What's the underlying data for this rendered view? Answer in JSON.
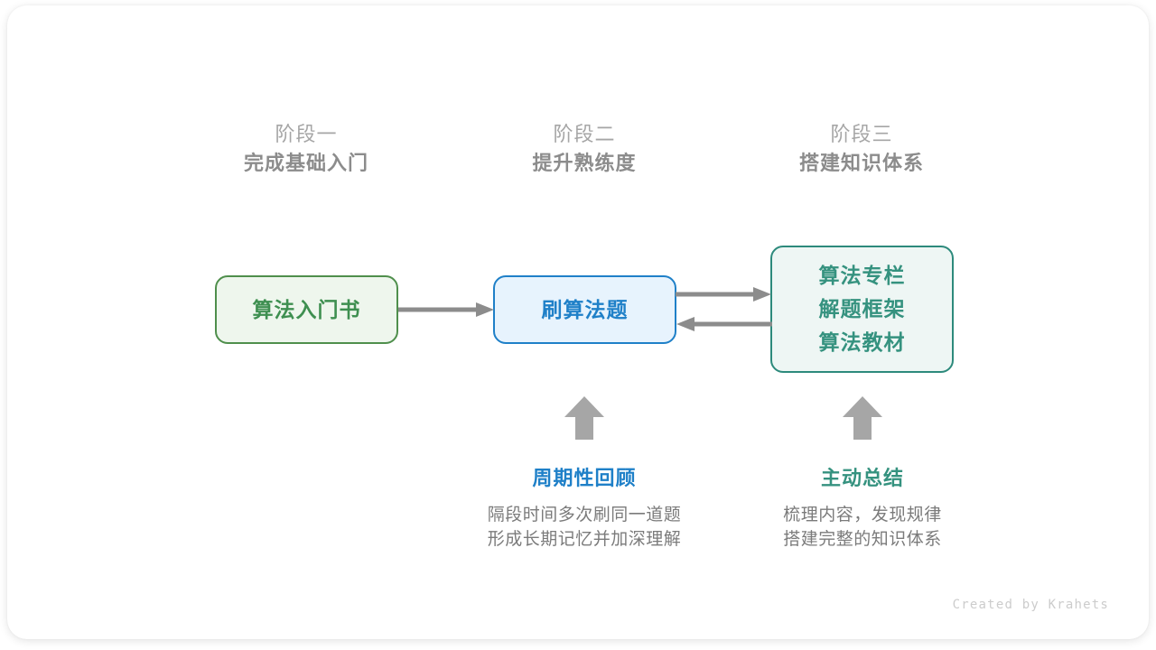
{
  "theme": {
    "card_bg": "#ffffff",
    "green": "#3e8f50",
    "green_border": "#4f8f4c",
    "green_fill": "#eef6ed",
    "blue": "#1f80c8",
    "blue_fill": "#e7f3fd",
    "teal": "#35927f",
    "teal_border": "#2d8a7c",
    "teal_fill": "#eef6f4",
    "arrow_gray": "#8c8c8c",
    "header_gray": "#8c8c8c",
    "index_gray": "#a6a6a6",
    "body_gray": "#7b7b7b",
    "credit_gray": "#cccccc"
  },
  "stages": [
    {
      "index_label": "阶段一",
      "title": "完成基础入门"
    },
    {
      "index_label": "阶段二",
      "title": "提升熟练度"
    },
    {
      "index_label": "阶段三",
      "title": "搭建知识体系"
    }
  ],
  "boxes": {
    "intro_book": {
      "lines": [
        "算法入门书"
      ]
    },
    "practice": {
      "lines": [
        "刷算法题"
      ]
    },
    "knowledge": {
      "lines": [
        "算法专栏",
        "解题框架",
        "算法教材"
      ]
    }
  },
  "arrows": [
    {
      "name": "book-to-practice",
      "direction": "right"
    },
    {
      "name": "practice-to-knowledge",
      "direction": "right"
    },
    {
      "name": "knowledge-to-practice",
      "direction": "left"
    },
    {
      "name": "review-up",
      "direction": "up"
    },
    {
      "name": "summary-up",
      "direction": "up"
    }
  ],
  "annotations": [
    {
      "title": "周期性回顾",
      "desc_lines": [
        "隔段时间多次刷同一道题",
        "形成长期记忆并加深理解"
      ]
    },
    {
      "title": "主动总结",
      "desc_lines": [
        "梳理内容，发现规律",
        "搭建完整的知识体系"
      ]
    }
  ],
  "footer": {
    "credit": "Created by Krahets"
  }
}
